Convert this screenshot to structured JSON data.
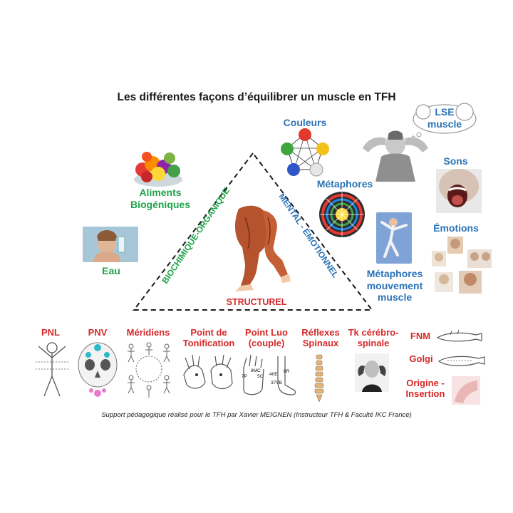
{
  "title": "Les différentes façons d’équilibrer un muscle en TFH",
  "triangle": {
    "left_side": "BIOCHIMIQUE-ORGANIQUE",
    "right_side": "MENTAL - ÉMOTIONNEL",
    "base": "STRUCTUREL"
  },
  "labels": {
    "couleurs": "Couleurs",
    "lse_line1": "LSE",
    "lse_line2": "muscle",
    "sons": "Sons",
    "aliments_line1": "Aliments",
    "aliments_line2": "Biogéniques",
    "metaphores": "Métaphores",
    "emotions": "Émotions",
    "eau": "Eau",
    "meta_mvt_line1": "Métaphores",
    "meta_mvt_line2": "mouvement",
    "meta_mvt_line3": "muscle"
  },
  "bottom": {
    "pnl": "PNL",
    "pnv": "PNV",
    "meridiens": "Méridiens",
    "tonif_line1": "Point de",
    "tonif_line2": "Tonification",
    "luo_line1": "Point Luo",
    "luo_line2": "(couple)",
    "reflexes_line1": "Réflexes",
    "reflexes_line2": "Spinaux",
    "tk_line1": "Tk cérébro-",
    "tk_line2": "spinale",
    "fnm": "FNM",
    "golgi": "Golgi",
    "origine_line1": "Origine -",
    "origine_line2": "Insertion"
  },
  "foot_points": {
    "p1": "8MC",
    "p2": "7P",
    "p3": "5C",
    "p4": "40E",
    "p5": "37VB",
    "p6": "6R"
  },
  "caption": "Support pédagogique réalisé pour le TFH par Xavier MEIGNEN (Instructeur TFH & Faculté IKC France)",
  "colors": {
    "green": "#1fa34a",
    "blue": "#2a73b8",
    "red": "#d62828"
  },
  "icons": [
    "fruit-bowl-icon",
    "woman-drinking-icon",
    "leg-muscles-icon",
    "five-elements-icon",
    "woman-head-hands-icon",
    "thought-cloud-icon",
    "open-mouth-icon",
    "mandala-wheel-icon",
    "dancer-icon",
    "emotion-faces-icon",
    "body-figure-icon",
    "skull-icon",
    "meridian-figures-icon",
    "hands-icon",
    "foot-hand-icon",
    "spine-icon",
    "person-head-hands-icon",
    "arm-icon"
  ]
}
